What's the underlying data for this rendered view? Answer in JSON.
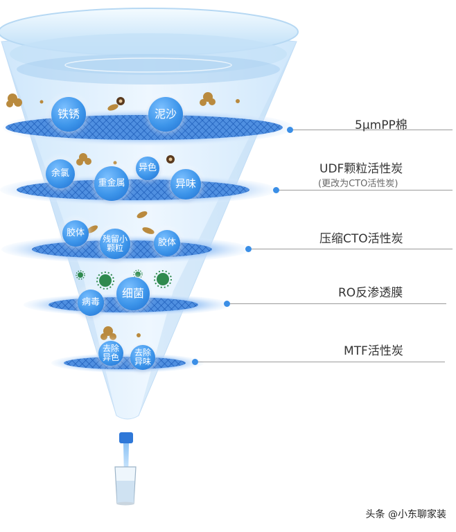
{
  "stages": [
    {
      "label": "5μmPP棉",
      "sublabel": ""
    },
    {
      "label": "UDF颗粒活性炭",
      "sublabel": "(更改为CTO活性炭)"
    },
    {
      "label": "压缩CTO活性炭",
      "sublabel": ""
    },
    {
      "label": "RO反渗透膜",
      "sublabel": ""
    },
    {
      "label": "MTF活性炭",
      "sublabel": ""
    }
  ],
  "contaminants": {
    "iron_rust": "铁锈",
    "sand": "泥沙",
    "residual_chlorine": "余氯",
    "heavy_metals": "重金属",
    "odor_color": "异色",
    "odor_taste": "异味",
    "colloid_left": "胶体",
    "colloid_right": "胶体",
    "residual_particles": "残留小颗粒",
    "virus": "病毒",
    "bacteria": "细菌",
    "remove_color": "去除异色",
    "remove_taste": "去除异味"
  },
  "watermark": "头条 @小东聊家装",
  "colors": {
    "water_blue": "#3d95ea",
    "funnel_light": "#dbeeff",
    "mesh": "#2f6fc9",
    "particle_brown": "#b98a3e",
    "germ_green": "#2f8a4e"
  }
}
